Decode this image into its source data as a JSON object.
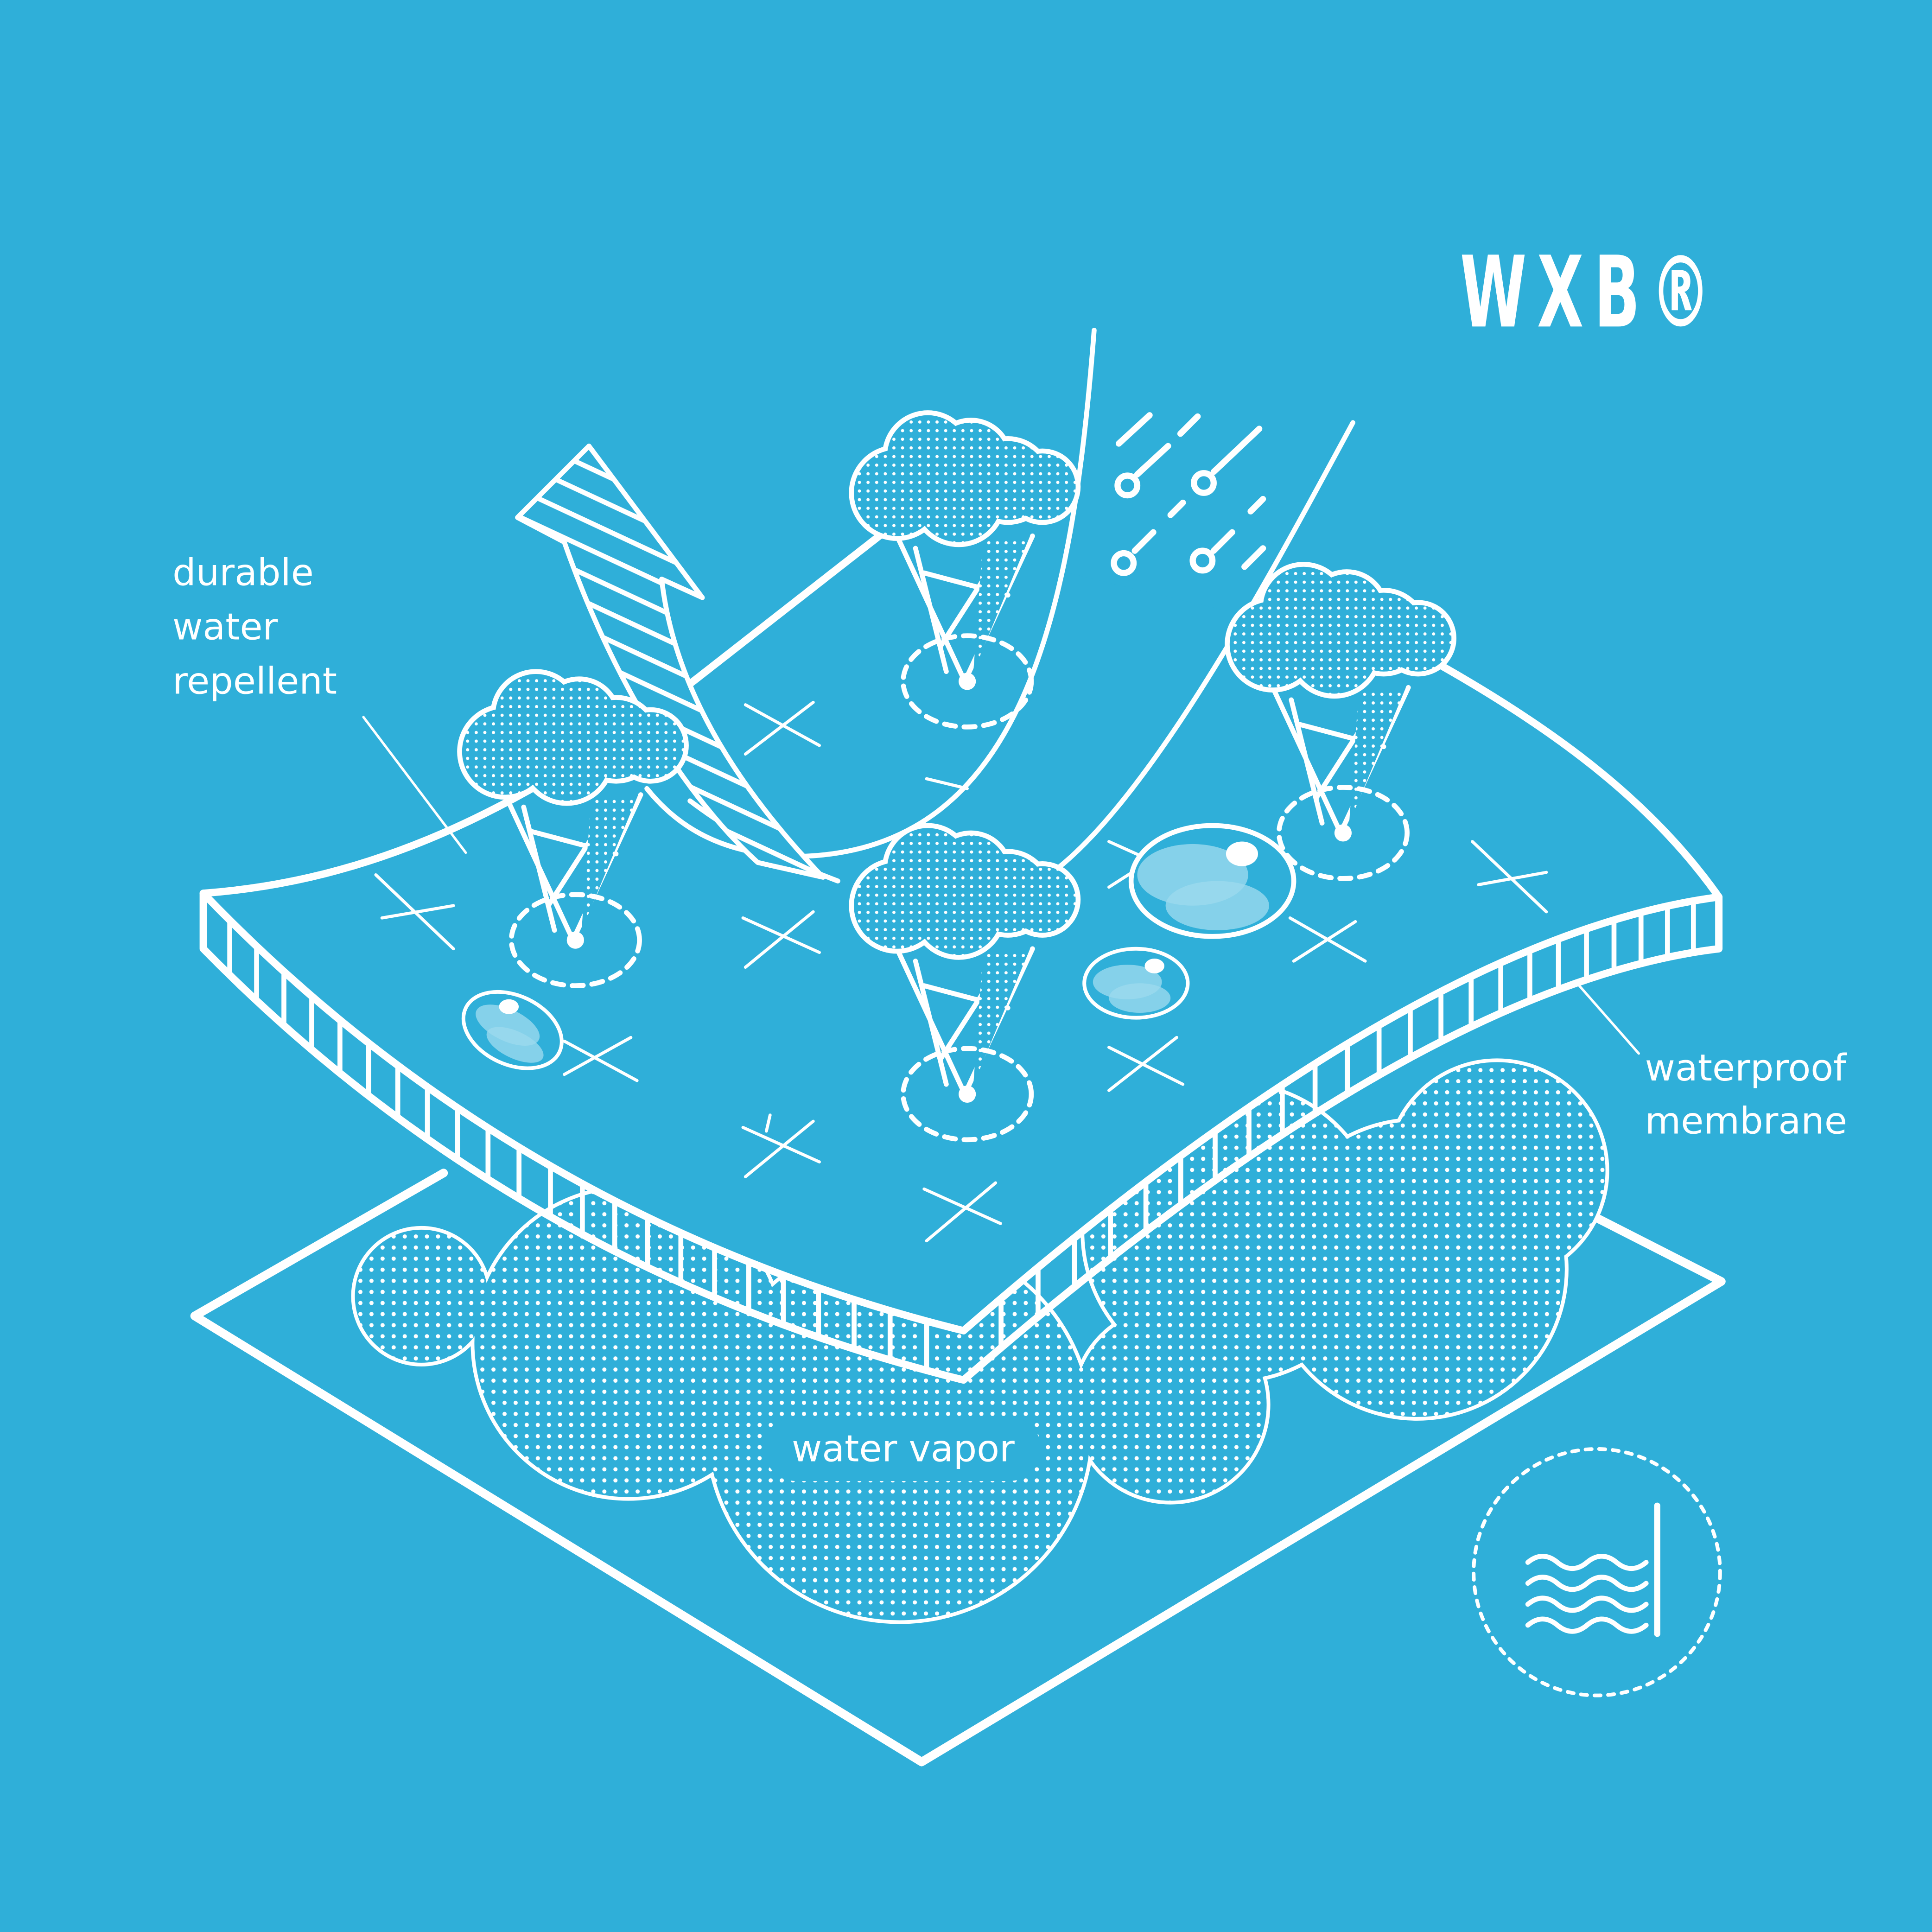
{
  "colors": {
    "background": "#2fafd9",
    "line": "#ffffff",
    "droplet": "#9bd9ee"
  },
  "logo": {
    "text": "WXB®"
  },
  "labels": {
    "dwr": [
      "durable",
      "water",
      "repellent"
    ],
    "membrane": [
      "waterproof",
      "membrane"
    ],
    "vapor": "water vapor"
  },
  "icons": [
    "rain-cloud-icon",
    "water-droplet-icon",
    "breathable-arrow-icon",
    "water-level-icon"
  ]
}
